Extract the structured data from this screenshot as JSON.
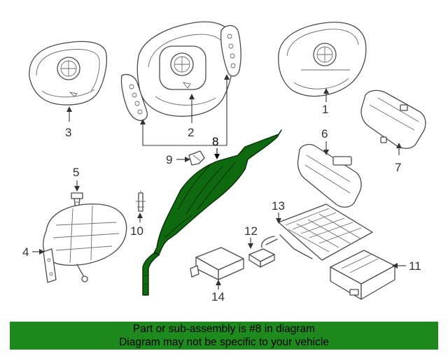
{
  "callouts": {
    "c1": "1",
    "c2": "2",
    "c3": "3",
    "c4": "4",
    "c5": "5",
    "c6": "6",
    "c7": "7",
    "c8": "8",
    "c9": "9",
    "c10": "10",
    "c11": "11",
    "c12": "12",
    "c13": "13",
    "c14": "14"
  },
  "highlighted_part": "8",
  "highlight_color": "#0f6a0f",
  "banner": {
    "line1": "Part or sub-assembly is #8 in diagram",
    "line2": "Diagram may not be specific to your vehicle",
    "background": "#1e8a1e"
  }
}
